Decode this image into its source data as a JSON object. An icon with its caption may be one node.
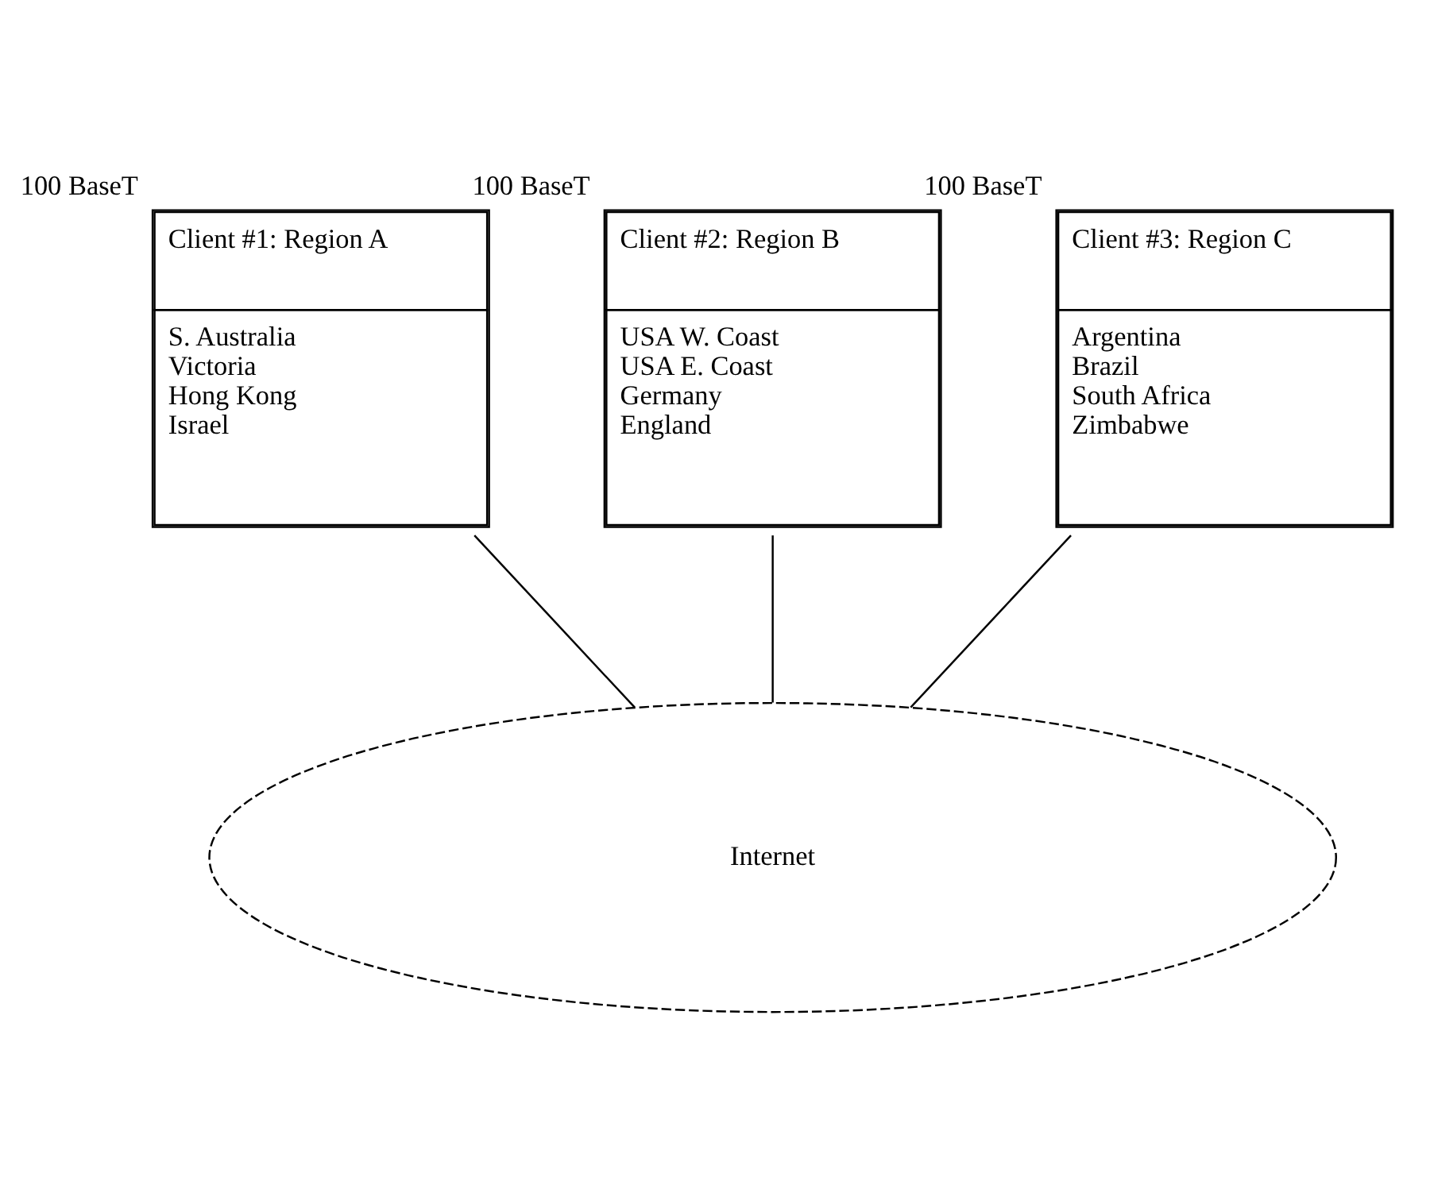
{
  "diagram": {
    "nodes": [
      {
        "text": [
          "Client #1: Region A",
          "S. Australia",
          "Victoria",
          "Hong Kong",
          "Israel"
        ],
        "beside": [
          "100 BaseT"
        ]
      },
      {
        "text": [
          "Client #2: Region B",
          "USA W. Coast",
          "USA E. Coast",
          "Germany",
          "England"
        ],
        "beside": [
          "100 BaseT"
        ]
      },
      {
        "text": [
          "Client #3: Region C",
          "Argentina",
          "Brazil",
          "South Africa",
          "Zimbabwe"
        ],
        "beside": [
          "100 BaseT"
        ]
      },
      {
        "text": [
          "Internet"
        ]
      }
    ],
    "edges": [
      {
        "from": 0,
        "to": 3,
        "arrow": "none"
      },
      {
        "from": 1,
        "to": 3,
        "arrow": "none"
      },
      {
        "from": 2,
        "to": 3,
        "arrow": "none"
      }
    ]
  }
}
